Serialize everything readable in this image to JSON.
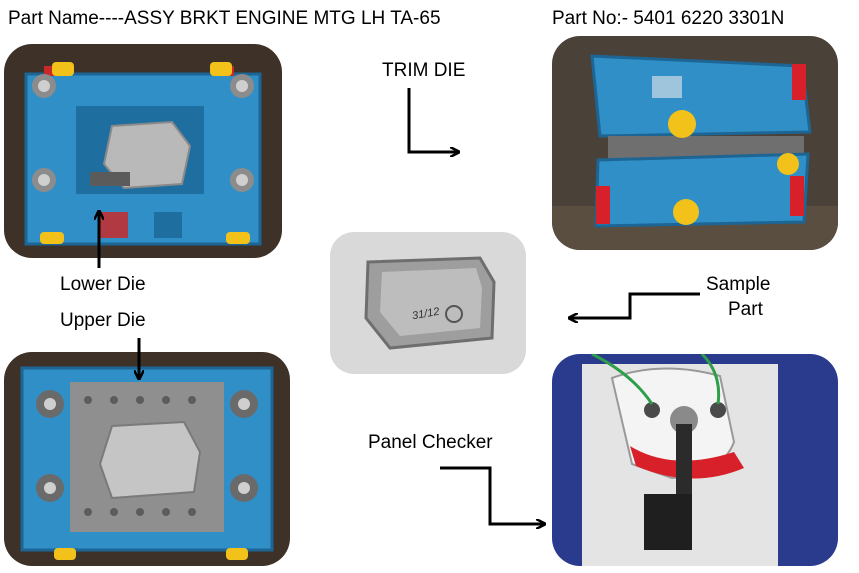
{
  "header": {
    "part_name": "Part Name----ASSY BRKT ENGINE MTG LH TA-65",
    "part_no": "Part No:- 5401 6220  3301N"
  },
  "labels": {
    "trim_die": "TRIM DIE",
    "lower_die": "Lower Die",
    "upper_die": "Upper Die",
    "sample_part_line1": "Sample",
    "sample_part_line2": "Part",
    "panel_checker": "Panel Checker"
  },
  "part_marking": "31/12",
  "colors": {
    "die_blue": "#2f8fc6",
    "steel": "#9a9a9a",
    "checker_red": "#d8202a",
    "floor_dark": "#3a3028",
    "checker_bg": "#2a3a8c",
    "yellow": "#f2c21a"
  }
}
